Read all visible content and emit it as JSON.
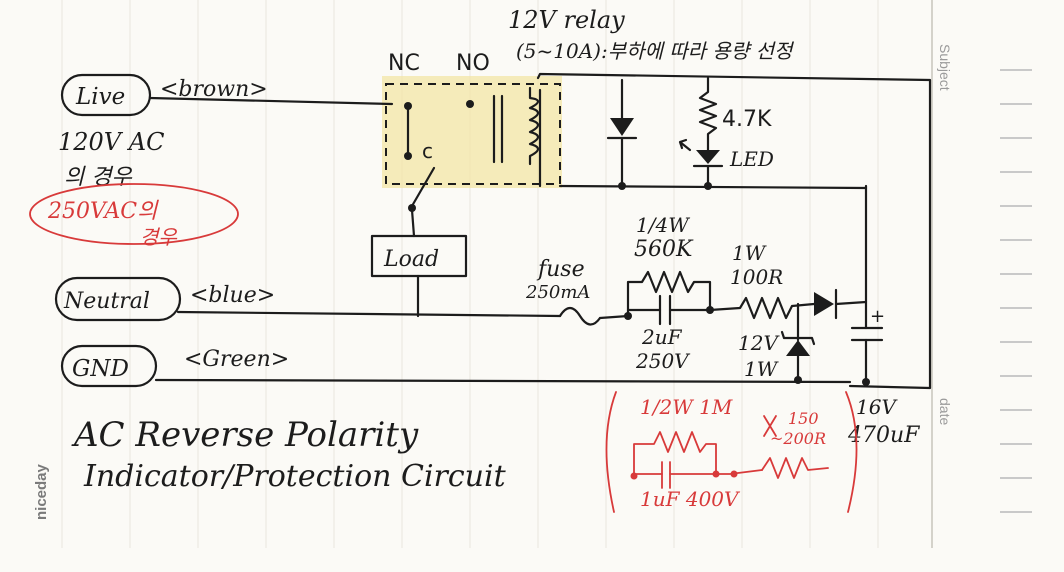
{
  "colors": {
    "ink": "#1c1c1c",
    "red_ink": "#d83a3a",
    "highlight": "#f3e6a6",
    "paper": "#fbfaf6"
  },
  "paper": {
    "brand": "niceday",
    "subject_label": "Subject",
    "date_label": "date"
  },
  "relay": {
    "title": "12V relay",
    "rating_note": "(5~10A):부하에 따라 용량 선정",
    "contacts": {
      "nc": "NC",
      "no": "NO",
      "common": "c"
    }
  },
  "lines": {
    "live": {
      "label": "Live",
      "color_note": "<brown>"
    },
    "neutral": {
      "label": "Neutral",
      "color_note": "<blue>"
    },
    "gnd": {
      "label": "GND",
      "color_note": "<Green>"
    }
  },
  "notes": {
    "ac120": "120V AC",
    "ac120_case": "의 경우",
    "ac250": "250VAC의",
    "ac250_case": "경우"
  },
  "load": {
    "label": "Load"
  },
  "led": {
    "resistor": "4.7K",
    "label": "LED"
  },
  "fuse": {
    "label": "fuse",
    "rating": "250mA"
  },
  "components": {
    "r560k_power": "1/4W",
    "r560k_value": "560K",
    "cap_value": "2uF",
    "cap_voltage": "250V",
    "r100_power": "1W",
    "r100_value": "100R",
    "zener_voltage": "12V",
    "zener_power": "1W",
    "ecap_voltage": "16V",
    "ecap_value": "470uF"
  },
  "alt_250v": {
    "res_spec": "1/2W 1M",
    "r150": "150",
    "r200": "~200R",
    "cap_spec": "1uF 400V"
  },
  "title": {
    "line1": "AC Reverse Polarity",
    "line2": "Indicator/Protection Circuit"
  }
}
